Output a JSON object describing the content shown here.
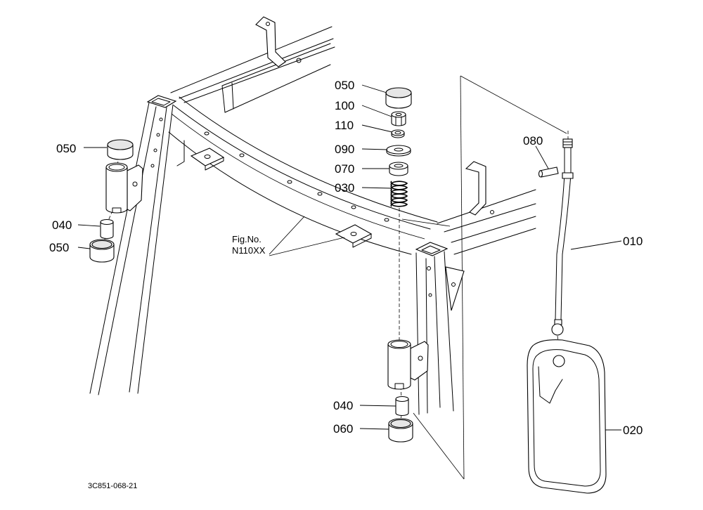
{
  "callouts": [
    {
      "label": "050"
    },
    {
      "label": "040"
    },
    {
      "label": "050"
    },
    {
      "label": "050"
    },
    {
      "label": "100"
    },
    {
      "label": "110"
    },
    {
      "label": "090"
    },
    {
      "label": "070"
    },
    {
      "label": "030"
    },
    {
      "label": "080"
    },
    {
      "label": "010"
    },
    {
      "label": "040"
    },
    {
      "label": "060"
    },
    {
      "label": "020"
    }
  ],
  "figure_reference": {
    "line1": "Fig.No.",
    "line2": "N110XX"
  },
  "drawing_code": "3C851-068-21"
}
